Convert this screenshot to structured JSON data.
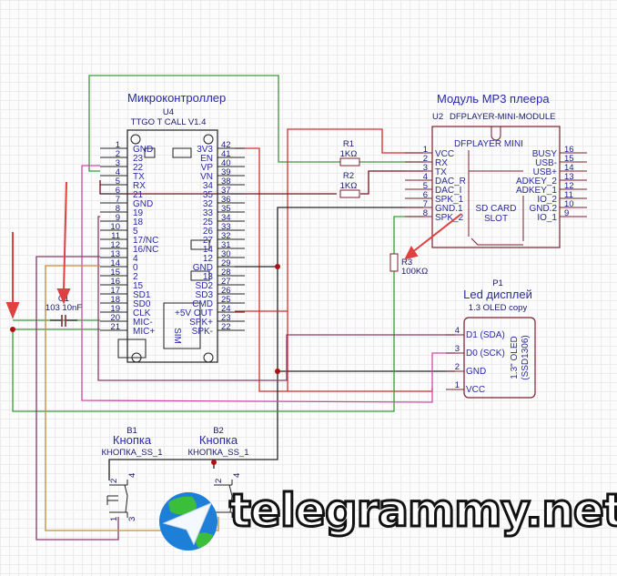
{
  "u4": {
    "title": "Микроконтроллер",
    "ref": "U4",
    "part": "TTGO T CALL V1.4",
    "left_pins": [
      {
        "num": "1",
        "name": "GND"
      },
      {
        "num": "2",
        "name": "23"
      },
      {
        "num": "3",
        "name": "22"
      },
      {
        "num": "4",
        "name": "TX"
      },
      {
        "num": "5",
        "name": "RX"
      },
      {
        "num": "6",
        "name": "21"
      },
      {
        "num": "7",
        "name": "GND"
      },
      {
        "num": "8",
        "name": "19"
      },
      {
        "num": "9",
        "name": "18"
      },
      {
        "num": "10",
        "name": "5"
      },
      {
        "num": "11",
        "name": "17/NC"
      },
      {
        "num": "12",
        "name": "16/NC"
      },
      {
        "num": "13",
        "name": "4"
      },
      {
        "num": "14",
        "name": "0"
      },
      {
        "num": "15",
        "name": "2"
      },
      {
        "num": "16",
        "name": "15"
      },
      {
        "num": "17",
        "name": "SD1"
      },
      {
        "num": "18",
        "name": "SD0"
      },
      {
        "num": "19",
        "name": "CLK"
      },
      {
        "num": "20",
        "name": "MIC-"
      },
      {
        "num": "21",
        "name": "MIC+"
      }
    ],
    "right_pins": [
      {
        "num": "42",
        "name": "3V3"
      },
      {
        "num": "41",
        "name": "EN"
      },
      {
        "num": "40",
        "name": "VP"
      },
      {
        "num": "39",
        "name": "VN"
      },
      {
        "num": "38",
        "name": "34"
      },
      {
        "num": "37",
        "name": "35"
      },
      {
        "num": "36",
        "name": "32"
      },
      {
        "num": "35",
        "name": "33"
      },
      {
        "num": "34",
        "name": "25"
      },
      {
        "num": "33",
        "name": "26"
      },
      {
        "num": "32",
        "name": "27"
      },
      {
        "num": "31",
        "name": "14"
      },
      {
        "num": "30",
        "name": "12"
      },
      {
        "num": "29",
        "name": "GND"
      },
      {
        "num": "28",
        "name": "13"
      },
      {
        "num": "27",
        "name": "SD2"
      },
      {
        "num": "26",
        "name": "SD3"
      },
      {
        "num": "25",
        "name": "CMD"
      },
      {
        "num": "24",
        "name": "+5V OUT"
      },
      {
        "num": "23",
        "name": "SPK+"
      },
      {
        "num": "22",
        "name": "SPK-"
      }
    ],
    "sim_label": "SIM"
  },
  "u2": {
    "title": "Модуль MP3 плеера",
    "ref": "U2",
    "part": "DFPLAYER-MINI-MODULE",
    "chip_label": "DFPLAYER MINI",
    "slot_label_1": "SD CARD",
    "slot_label_2": "SLOT",
    "left_pins": [
      {
        "num": "1",
        "name": "VCC"
      },
      {
        "num": "2",
        "name": "RX"
      },
      {
        "num": "3",
        "name": "TX"
      },
      {
        "num": "4",
        "name": "DAC_R"
      },
      {
        "num": "5",
        "name": "DAC_I"
      },
      {
        "num": "6",
        "name": "SPK_1"
      },
      {
        "num": "7",
        "name": "GND.1"
      },
      {
        "num": "8",
        "name": "SPK_2"
      }
    ],
    "right_pins": [
      {
        "num": "16",
        "name": "BUSY"
      },
      {
        "num": "15",
        "name": "USB-"
      },
      {
        "num": "14",
        "name": "USB+"
      },
      {
        "num": "13",
        "name": "ADKEY_2"
      },
      {
        "num": "12",
        "name": "ADKEY_1"
      },
      {
        "num": "11",
        "name": "IO_2"
      },
      {
        "num": "10",
        "name": "GND.2"
      },
      {
        "num": "9",
        "name": "IO_1"
      }
    ]
  },
  "r1": {
    "ref": "R1",
    "value": "1KΩ"
  },
  "r2": {
    "ref": "R2",
    "value": "1KΩ"
  },
  "r3": {
    "ref": "R3",
    "value": "100KΩ"
  },
  "c1": {
    "ref": "C1",
    "value": "103 10nF"
  },
  "p1": {
    "ref": "P1",
    "title": "Led дисплей",
    "part": "1.3 OLED copy",
    "body_label_1": "1.3\" OLED",
    "body_label_2": "(SSD1306)",
    "pins": [
      {
        "num": "4",
        "name": "D1 (SDA)"
      },
      {
        "num": "3",
        "name": "D0 (SCK)"
      },
      {
        "num": "2",
        "name": "GND"
      },
      {
        "num": "1",
        "name": "VCC"
      }
    ]
  },
  "b1": {
    "ref": "B1",
    "title": "Кнопка",
    "part": "КНОПКА_SS_1",
    "pins": [
      "2",
      "4",
      "1",
      "3"
    ]
  },
  "b2": {
    "ref": "B2",
    "title": "Кнопка",
    "part": "КНОПКА_SS_1",
    "pins": [
      "2",
      "4",
      "1",
      "3"
    ]
  },
  "watermark": {
    "text": "telegrammy.net"
  },
  "colors": {
    "wire_green": "#3a9a3a",
    "wire_red": "#d03030",
    "wire_darkred": "#7a1020",
    "wire_pink": "#d04aa8",
    "wire_purple": "#8a3a6a",
    "wire_orange": "#c88a3a",
    "wire_black": "#222222",
    "arrow": "#e04040",
    "component": "#7a2030"
  }
}
